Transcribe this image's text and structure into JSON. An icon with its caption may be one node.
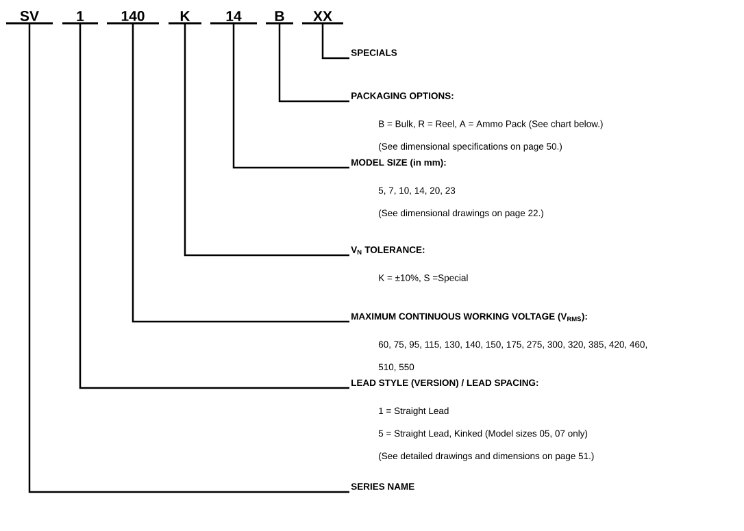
{
  "diagram": {
    "nodes": [
      {
        "text": [
          "SV"
        ]
      },
      {
        "text": [
          "1"
        ]
      },
      {
        "text": [
          "140"
        ]
      },
      {
        "text": [
          "K"
        ]
      },
      {
        "text": [
          "14"
        ]
      },
      {
        "text": [
          "B"
        ]
      },
      {
        "text": [
          "XX"
        ]
      },
      {
        "text": [
          "SPECIALS"
        ]
      },
      {
        "text": [
          "PACKAGING OPTIONS:",
          "B = Bulk, R = Reel, A = Ammo Pack (See chart below.)",
          "(See dimensional specifications on page 50.)"
        ]
      },
      {
        "text": [
          "MODEL SIZE (in mm):",
          "5, 7, 10, 14, 20, 23",
          "(See dimensional drawings on page 22.)"
        ]
      },
      {
        "text": [
          "V$_{N}$ TOLERANCE:",
          "K = ±10%, S =Special"
        ]
      },
      {
        "text": [
          "MAXIMUM CONTINUOUS WORKING VOLTAGE (V$_{RMS}$):",
          "60, 75, 95, 115, 130, 140, 150, 175, 275, 300, 320, 385, 420, 460, 510, 550"
        ]
      },
      {
        "text": [
          "LEAD STYLE (VERSION) / LEAD SPACING:",
          "1 = Straight Lead",
          "5 = Straight Lead, Kinked (Model sizes 05, 07 only)",
          "(See detailed drawings and dimensions on page 51.)"
        ]
      },
      {
        "text": [
          "SERIES NAME"
        ]
      }
    ],
    "edges": [
      {
        "from": 6,
        "to": 7,
        "arrow": "none"
      },
      {
        "from": 5,
        "to": 8,
        "arrow": "none"
      },
      {
        "from": 4,
        "to": 9,
        "arrow": "none"
      },
      {
        "from": 3,
        "to": 10,
        "arrow": "none"
      },
      {
        "from": 2,
        "to": 11,
        "arrow": "none"
      },
      {
        "from": 1,
        "to": 12,
        "arrow": "none"
      },
      {
        "from": 0,
        "to": 13,
        "arrow": "none"
      }
    ]
  }
}
